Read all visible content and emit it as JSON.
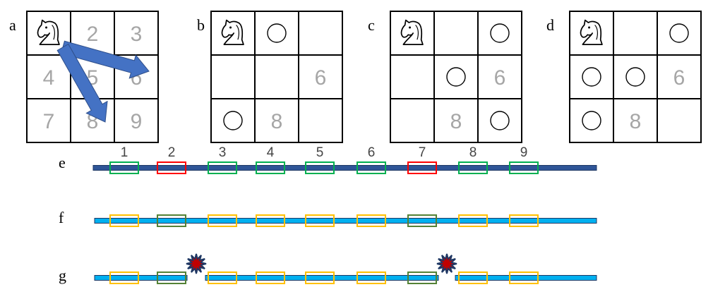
{
  "panels": {
    "a": {
      "label": "a",
      "cells": [
        "",
        "2",
        "3",
        "4",
        "5",
        "6",
        "7",
        "8",
        "9"
      ],
      "knight_cell": 1,
      "circles": [],
      "arrows": [
        [
          1,
          6
        ],
        [
          1,
          8
        ]
      ]
    },
    "b": {
      "label": "b",
      "cells": [
        "",
        "",
        "",
        "",
        "",
        "6",
        "",
        "8",
        ""
      ],
      "knight_cell": 1,
      "circles": [
        2,
        7
      ]
    },
    "c": {
      "label": "c",
      "cells": [
        "",
        "",
        "",
        "",
        "",
        "6",
        "",
        "8",
        ""
      ],
      "knight_cell": 1,
      "circles": [
        3,
        5,
        9
      ]
    },
    "d": {
      "label": "d",
      "cells": [
        "",
        "",
        "",
        "",
        "",
        "6",
        "",
        "8",
        ""
      ],
      "knight_cell": 1,
      "circles": [
        3,
        4,
        5,
        7
      ]
    }
  },
  "strips": {
    "e": {
      "label": "e",
      "positions": [
        "1",
        "2",
        "3",
        "4",
        "5",
        "6",
        "7",
        "8",
        "9"
      ],
      "bar_color": "#2f5597",
      "box_colors": [
        "#00b050",
        "#ff0000",
        "#00b050",
        "#00b050",
        "#00b050",
        "#00b050",
        "#ff0000",
        "#00b050",
        "#00b050"
      ]
    },
    "f": {
      "label": "f",
      "bar_color": "#00b0f0",
      "box_colors": [
        "#ffc000",
        "#548235",
        "#ffc000",
        "#ffc000",
        "#ffc000",
        "#ffc000",
        "#548235",
        "#ffc000",
        "#ffc000"
      ]
    },
    "g": {
      "label": "g",
      "bar_color": "#00b0f0",
      "box_colors": [
        "#ffc000",
        "#548235",
        "#ffc000",
        "#ffc000",
        "#ffc000",
        "#ffc000",
        "#548235",
        "#ffc000",
        "#ffc000"
      ],
      "cut_after": [
        2,
        7
      ],
      "burst_color": "#c00000"
    }
  },
  "colors": {
    "arrow": "#4472c4",
    "grid_text": "#a6a6a6"
  },
  "icons": {
    "knight": "knight-chess-icon",
    "circle": "circle-marker-icon"
  }
}
